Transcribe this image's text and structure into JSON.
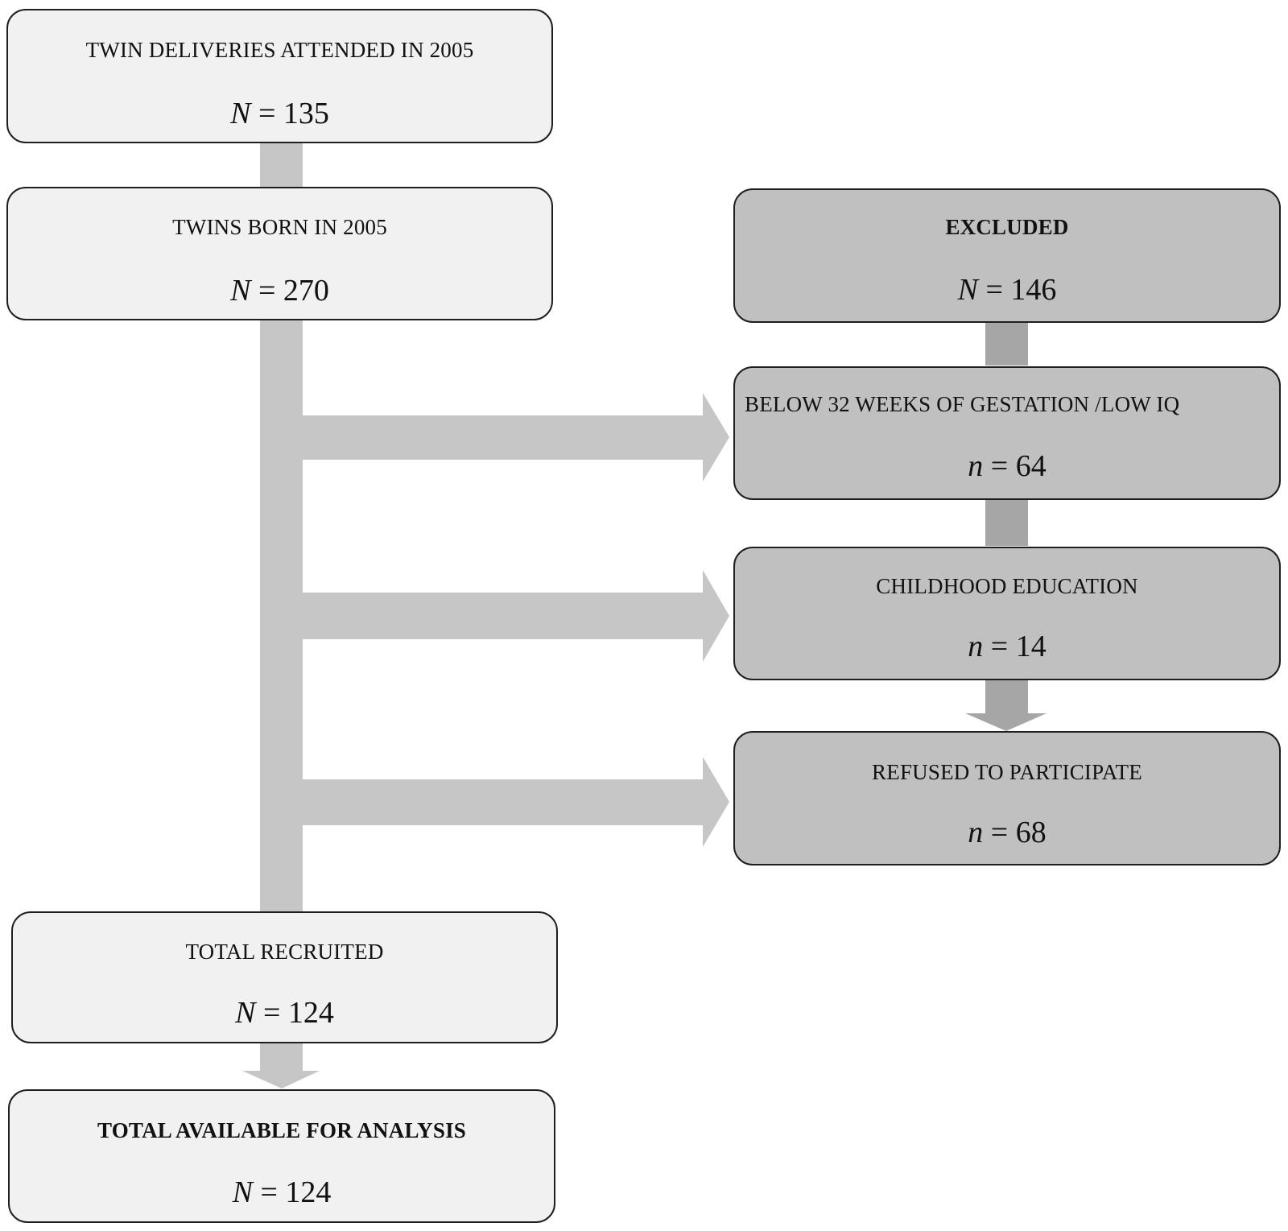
{
  "flowchart": {
    "colors": {
      "main_box_fill": "#f1f1f1",
      "excluded_box_fill": "#c0c0c0",
      "main_connector": "#c6c6c6",
      "excluded_connector": "#a6a6a6",
      "border": "#1e1e1e"
    },
    "boxes": {
      "twin_deliveries": {
        "label": "TWIN DELIVERIES  ATTENDED IN 2005",
        "var": "N",
        "value": "135"
      },
      "twins_born": {
        "label": "TWINS BORN IN 2005",
        "var": "N",
        "value": "270"
      },
      "excluded": {
        "label": "EXCLUDED",
        "var": "N",
        "value": "146"
      },
      "below_32_weeks": {
        "label": "BELOW 32 WEEKS OF GESTATION /LOW IQ",
        "var": "n",
        "value": "64"
      },
      "childhood_education": {
        "label": "CHILDHOOD EDUCATION",
        "var": "n",
        "value": "14"
      },
      "refused": {
        "label": "REFUSED  TO PARTICIPATE",
        "var": "n",
        "value": "68"
      },
      "total_recruited": {
        "label": "TOTAL RECRUITED",
        "var": "N",
        "value": "124"
      },
      "total_available": {
        "label": "TOTAL AVAILABLE FOR ANALYSIS",
        "var": "N",
        "value": "124"
      }
    }
  }
}
